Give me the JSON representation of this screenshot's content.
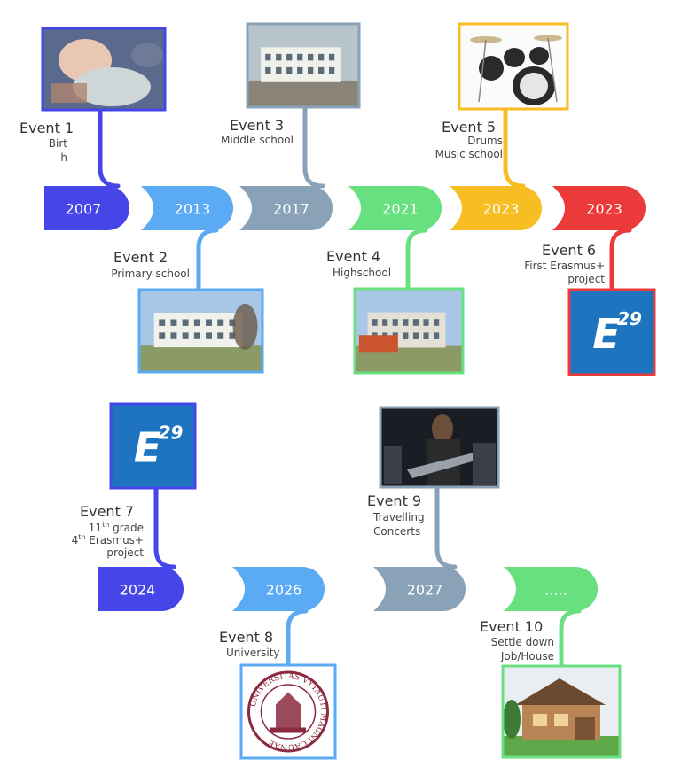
{
  "colors": {
    "indigo": "#4646e8",
    "sky": "#5aaaf4",
    "slate": "#8aa2b8",
    "green": "#68e080",
    "amber": "#f7be24",
    "red": "#ec3a3a",
    "erasmus_blue": "#1f74c0"
  },
  "years": [
    {
      "label": "2007",
      "color": "indigo"
    },
    {
      "label": "2013",
      "color": "sky"
    },
    {
      "label": "2017",
      "color": "slate"
    },
    {
      "label": "2021",
      "color": "green"
    },
    {
      "label": "2023",
      "color": "amber"
    },
    {
      "label": "2023",
      "color": "red"
    },
    {
      "label": "2024",
      "color": "indigo"
    },
    {
      "label": "2026",
      "color": "sky"
    },
    {
      "label": "2027",
      "color": "slate"
    },
    {
      "label": ".....",
      "color": "green"
    }
  ],
  "events": [
    {
      "title": "Event 1",
      "lines": [
        "Birt",
        "h"
      ],
      "image": "newborn-baby-photo"
    },
    {
      "title": "Event 2",
      "lines": [
        "Primary school"
      ],
      "image": "primary-school-building-photo"
    },
    {
      "title": "Event 3",
      "lines": [
        "Middle school"
      ],
      "image": "middle-school-building-photo"
    },
    {
      "title": "Event 4",
      "lines": [
        "Highschool"
      ],
      "image": "highschool-building-photo"
    },
    {
      "title": "Event 5",
      "lines": [
        "Drums",
        "Music school"
      ],
      "image": "drum-kit-photo"
    },
    {
      "title": "Event 6",
      "lines": [
        "First Erasmus+",
        "project"
      ],
      "image": "erasmus-logo"
    },
    {
      "title": "Event 7",
      "lines": [
        {
          "main": "11",
          "sup": "th",
          "rest": " grade"
        },
        {
          "main": "4",
          "sup": "th",
          "rest": " Erasmus+"
        },
        "project"
      ],
      "image": "erasmus-logo"
    },
    {
      "title": "Event 8",
      "lines": [
        "University"
      ],
      "image": "university-seal"
    },
    {
      "title": "Event 9",
      "lines": [
        "Travelling",
        "Concerts"
      ],
      "image": "concert-guitarist-photo"
    },
    {
      "title": "Event 10",
      "lines": [
        "Settle down",
        "Job/House"
      ],
      "image": "house-photo"
    }
  ],
  "logo": {
    "text": "E",
    "sup": "29"
  },
  "seal": {
    "text": "UNIVERSITAS VYTAUTI MAGNI CAUNAE"
  }
}
